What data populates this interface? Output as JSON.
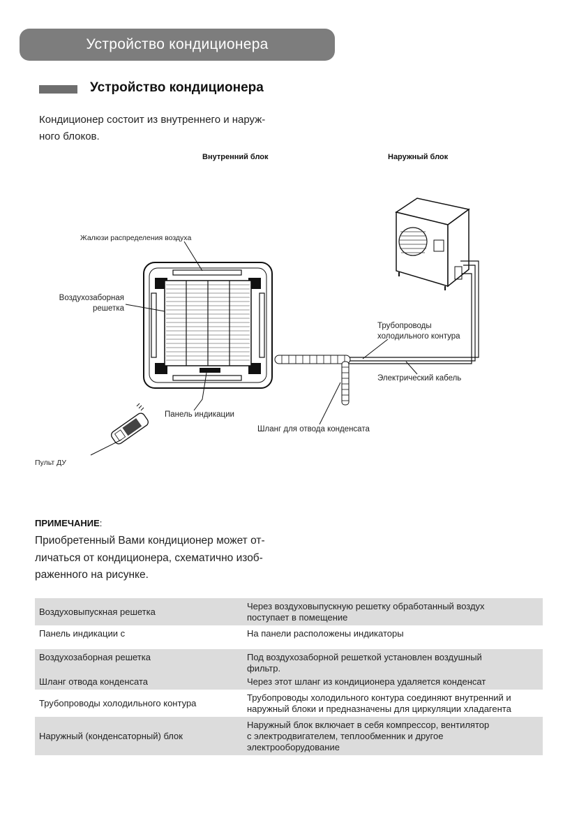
{
  "header": {
    "banner_title": "Устройство кондиционера"
  },
  "section": {
    "title": "Устройство кондиционера"
  },
  "intro": "Кондиционер состоит из внутреннего и наруж-\nного блоков.",
  "diagram": {
    "indoor_label": "Внутренний блок",
    "outdoor_label": "Наружный блок",
    "callouts": {
      "louvers": "Жалюзи распределения воздуха",
      "intake_grille": "Воздухозаборная\nрешетка",
      "display_panel": "Панель индикации",
      "remote": "Пульт ДУ",
      "pipes": "Трубопроводы\nхолодильного контура",
      "cable": "Электрический кабель",
      "drain_hose": "Шланг для отвода конденсата"
    }
  },
  "note": {
    "heading": "ПРИМЕЧАНИЕ",
    "text": "Приобретенный Вами кондиционер может от-\nличаться от кондиционера, схематично изоб-\nраженного на рисунке."
  },
  "table": {
    "rows": [
      {
        "name": "Воздуховыпускная решетка",
        "desc": "Через воздуховыпускную решетку обработанный воздух\nпоступает в помещение"
      },
      {
        "name": "Панель индикации с",
        "desc": "На панели расположены индикаторы"
      },
      {
        "name": "Воздухозаборная решетка",
        "desc": "Под воздухозаборной решеткой установлен воздушный\nфильтр."
      },
      {
        "name": "Шланг отвода конденсата",
        "desc": "Через этот шланг из кондиционера удаляется конденсат"
      },
      {
        "name": "Трубопроводы холодильного контура",
        "desc": "Трубопроводы холодильного контура соединяют внутренний и\nнаружный блоки и предназначены для циркуляции хладагента"
      },
      {
        "name": "Наружный (конденсаторный) блок",
        "desc": "Наружный блок включает в себя компрессор, вентилятор\nс электродвигателем, теплообменник и другое\nэлектрооборудование"
      }
    ]
  }
}
